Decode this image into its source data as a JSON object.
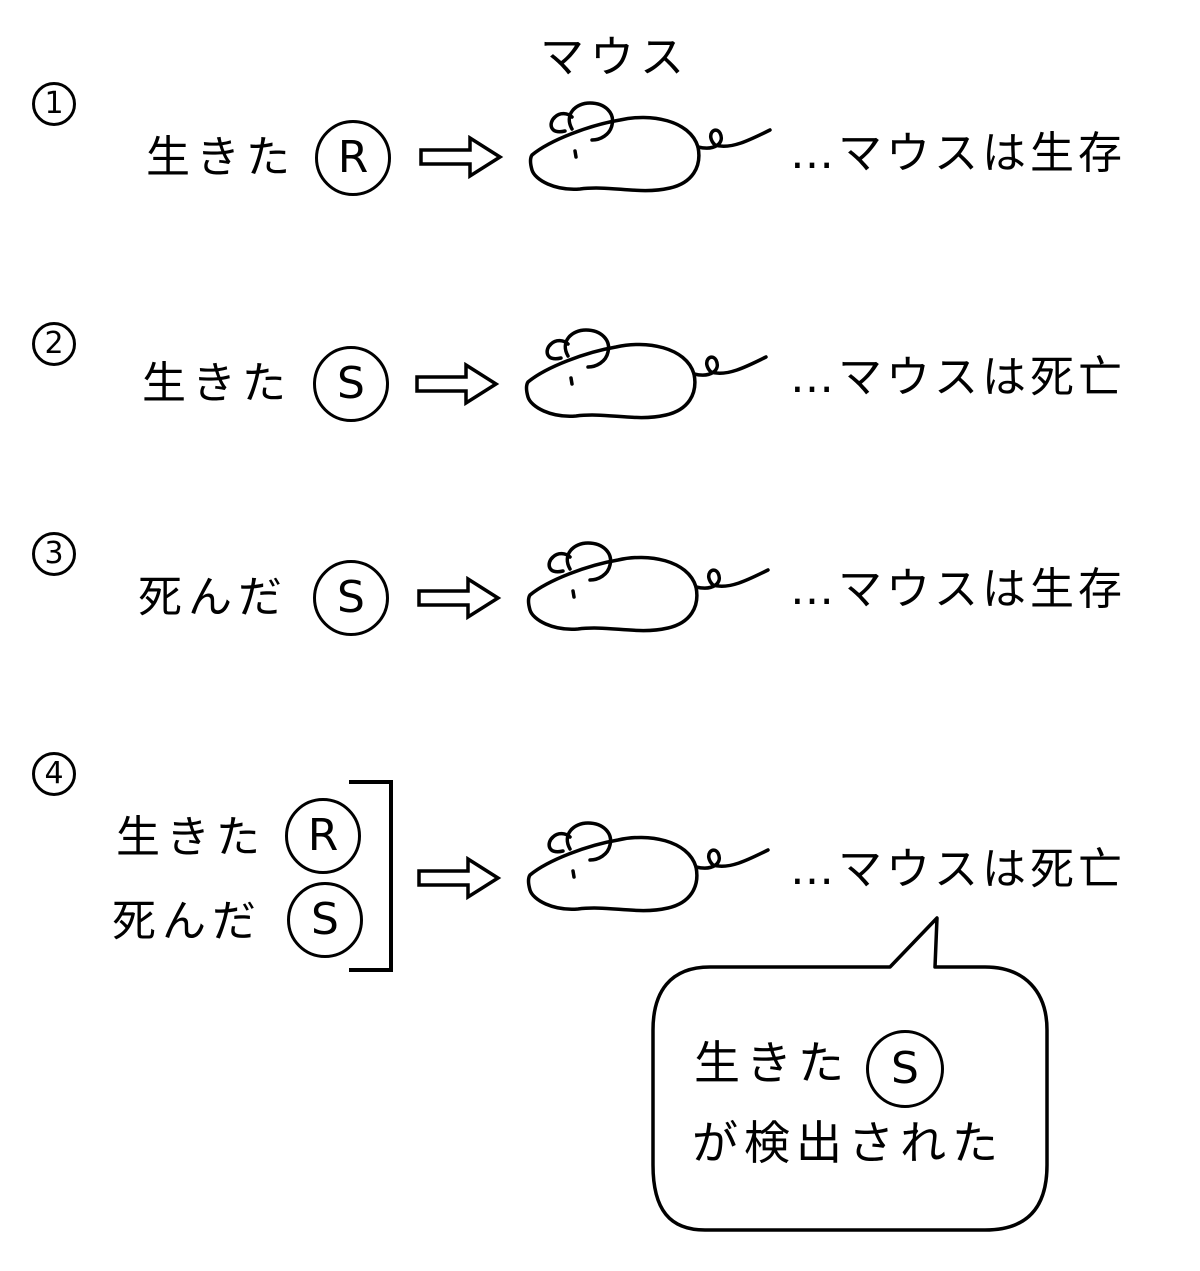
{
  "header": {
    "mouse_label": "マウス"
  },
  "rows": [
    {
      "number": "1",
      "items": [
        {
          "state": "生きた",
          "bacteria": "R"
        }
      ],
      "result": "…マウスは生存"
    },
    {
      "number": "2",
      "items": [
        {
          "state": "生きた",
          "bacteria": "S"
        }
      ],
      "result": "…マウスは死亡"
    },
    {
      "number": "3",
      "items": [
        {
          "state": "死んだ",
          "bacteria": "S"
        }
      ],
      "result": "…マウスは生存"
    },
    {
      "number": "4",
      "items": [
        {
          "state": "生きた",
          "bacteria": "R"
        },
        {
          "state": "死んだ",
          "bacteria": "S"
        }
      ],
      "result": "…マウスは死亡"
    }
  ],
  "callout": {
    "line1_state": "生きた",
    "line1_bacteria": "S",
    "line2": "が検出された"
  }
}
